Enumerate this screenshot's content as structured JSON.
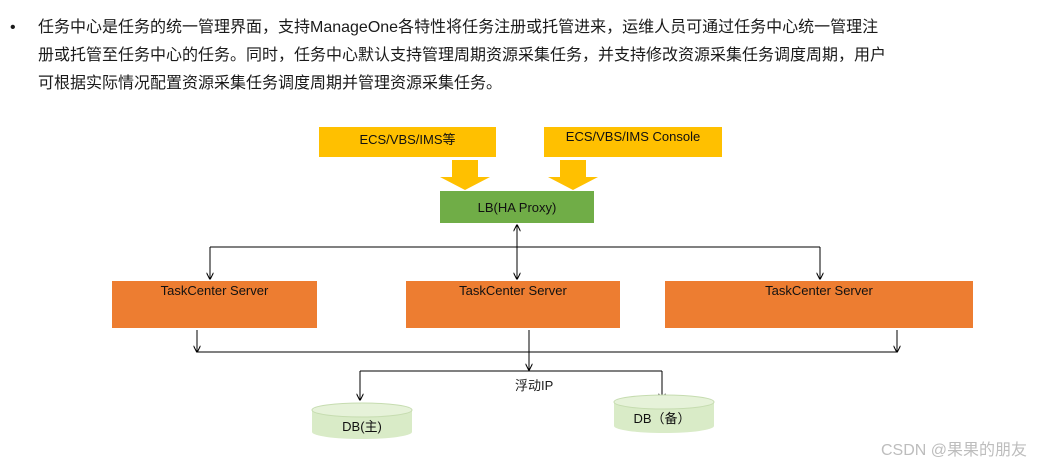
{
  "intro": {
    "bullet": "•",
    "lines": [
      "任务中心是任务的统一管理界面，支持ManageOne各特性将任务注册或托管进来，运维人员可通过任务中心统一管理注",
      "册或托管至任务中心的任务。同时，任务中心默认支持管理周期资源采集任务，并支持修改资源采集任务调度周期，用户",
      "可根据实际情况配置资源采集任务调度周期并管理资源采集任务。"
    ]
  },
  "diagram": {
    "sources": [
      "ECS/VBS/IMS等",
      "ECS/VBS/IMS Console"
    ],
    "lb": "LB(HA Proxy)",
    "servers": [
      "TaskCenter  Server",
      "TaskCenter  Server",
      "TaskCenter  Server"
    ],
    "floating_ip": "浮动IP",
    "db_primary": "DB(主)",
    "db_backup": "DB（备）",
    "colors": {
      "source": "#ffc000",
      "lb": "#70ad47",
      "server": "#ed7d31",
      "db": "#d9ebc7"
    }
  },
  "watermark": "CSDN @果果的朋友"
}
